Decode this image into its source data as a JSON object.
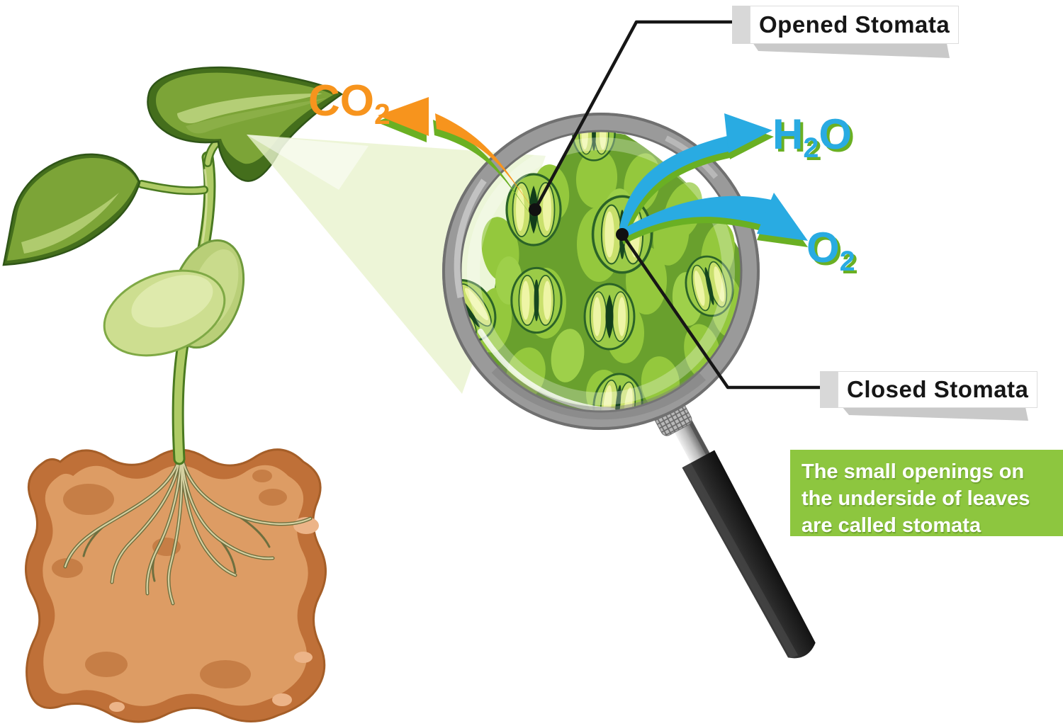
{
  "labels": {
    "opened_stomata": "Opened Stomata",
    "closed_stomata": "Closed Stomata"
  },
  "molecules": {
    "co2": {
      "base": "CO",
      "sub": "2"
    },
    "h2o": {
      "pre": "H",
      "sub": "2",
      "post": "O"
    },
    "o2": {
      "base": "O",
      "sub": "2"
    }
  },
  "info_box": {
    "text": "The small openings on the underside of leaves are called stomata"
  },
  "colors": {
    "co2_orange": "#F7941D",
    "gas_blue": "#29ABE2",
    "arrow_green": "#6AB023",
    "info_green": "#8DC63F",
    "leaf_green": "#7CA437",
    "leaf_dark": "#446E1C",
    "cell_green": "#94C83D",
    "cell_bg": "#69A02D",
    "stoma_light": "#C9E06C",
    "stoma_slit": "#17461F",
    "soil_dark": "#BF7038",
    "soil_light": "#DD9C64",
    "rim_gray": "#9A9A9A",
    "handle_black": "#262626",
    "label_tab_gray": "#D8D8D8"
  }
}
